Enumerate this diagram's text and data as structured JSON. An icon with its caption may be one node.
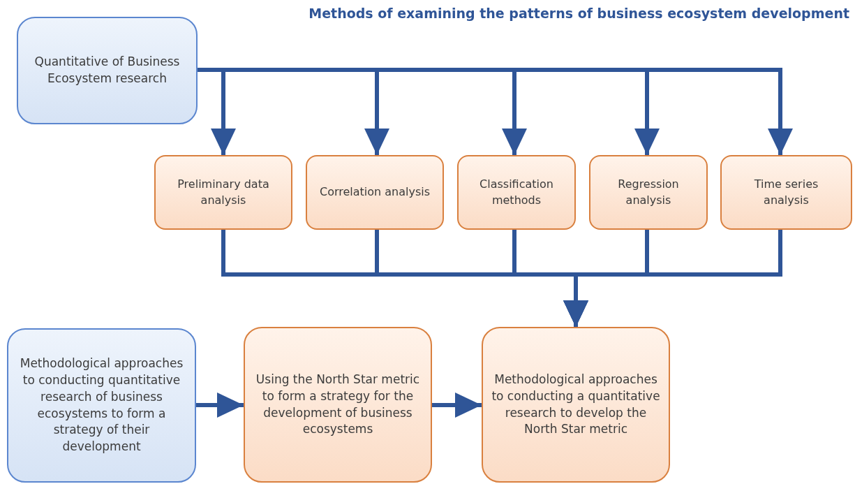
{
  "diagram": {
    "title": "Methods of examining the patterns of business ecosystem development",
    "nodes": [
      {
        "text": [
          "Quantitative of Business Ecosystem research"
        ]
      },
      {
        "text": [
          "Preliminary data analysis"
        ]
      },
      {
        "text": [
          "Correlation analysis"
        ]
      },
      {
        "text": [
          "Classification methods"
        ]
      },
      {
        "text": [
          "Regression analysis"
        ]
      },
      {
        "text": [
          "Time series analysis"
        ]
      },
      {
        "text": [
          "Methodological approaches to conducting quantitative research of business ecosystems to form a strategy of their development"
        ]
      },
      {
        "text": [
          "Using the North Star metric to form a strategy for the development of business ecosystems"
        ]
      },
      {
        "text": [
          "Methodological approaches to conducting a quantitative research to develop the North Star metric"
        ]
      }
    ],
    "edges": [
      {
        "from": 0,
        "to": 1,
        "arrow": "to"
      },
      {
        "from": 0,
        "to": 2,
        "arrow": "to"
      },
      {
        "from": 0,
        "to": 3,
        "arrow": "to"
      },
      {
        "from": 0,
        "to": 4,
        "arrow": "to"
      },
      {
        "from": 0,
        "to": 5,
        "arrow": "to"
      },
      {
        "from": 1,
        "to": 8,
        "arrow": "to"
      },
      {
        "from": 2,
        "to": 8,
        "arrow": "to"
      },
      {
        "from": 3,
        "to": 8,
        "arrow": "to"
      },
      {
        "from": 4,
        "to": 8,
        "arrow": "to"
      },
      {
        "from": 5,
        "to": 8,
        "arrow": "to"
      },
      {
        "from": 6,
        "to": 7,
        "arrow": "to"
      },
      {
        "from": 7,
        "to": 8,
        "arrow": "to"
      }
    ]
  }
}
